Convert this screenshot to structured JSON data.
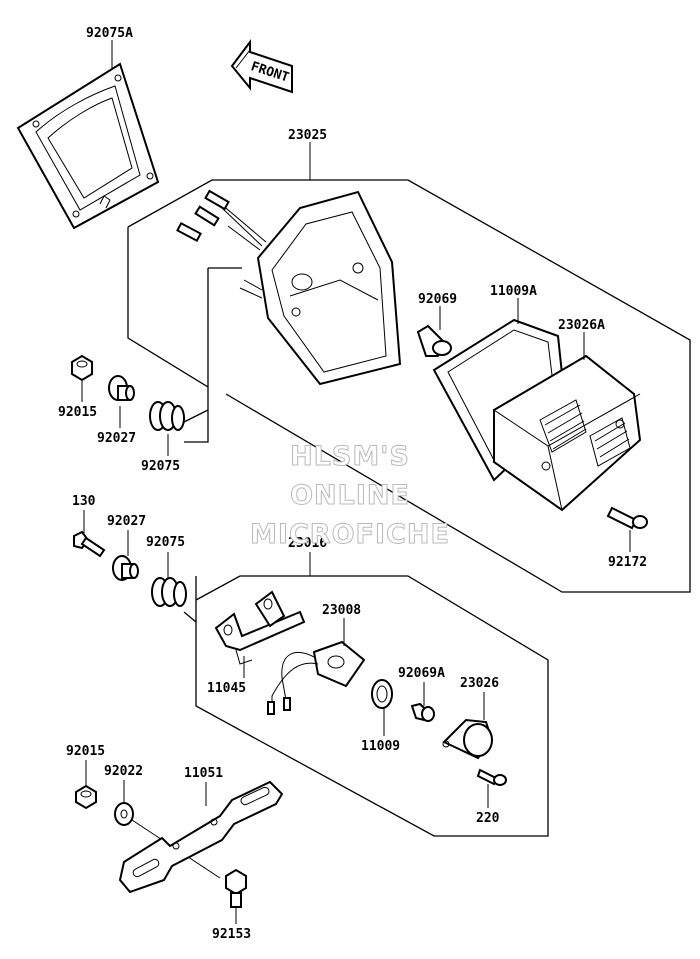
{
  "front_arrow": {
    "label": "FRONT"
  },
  "watermark": {
    "line1": "HLSM'S",
    "line2": "ONLINE",
    "line3": "MICROFICHE"
  },
  "parts": [
    {
      "id": "92075A"
    },
    {
      "id": "23025"
    },
    {
      "id": "92069"
    },
    {
      "id": "11009A"
    },
    {
      "id": "23026A"
    },
    {
      "id": "92015"
    },
    {
      "id": "92027"
    },
    {
      "id": "92075"
    },
    {
      "id": "92172"
    },
    {
      "id": "130"
    },
    {
      "id": "92027"
    },
    {
      "id": "92075"
    },
    {
      "id": "23016"
    },
    {
      "id": "23008"
    },
    {
      "id": "11045"
    },
    {
      "id": "92069A"
    },
    {
      "id": "23026"
    },
    {
      "id": "11009"
    },
    {
      "id": "92015"
    },
    {
      "id": "92022"
    },
    {
      "id": "11051"
    },
    {
      "id": "220"
    },
    {
      "id": "92153"
    }
  ]
}
